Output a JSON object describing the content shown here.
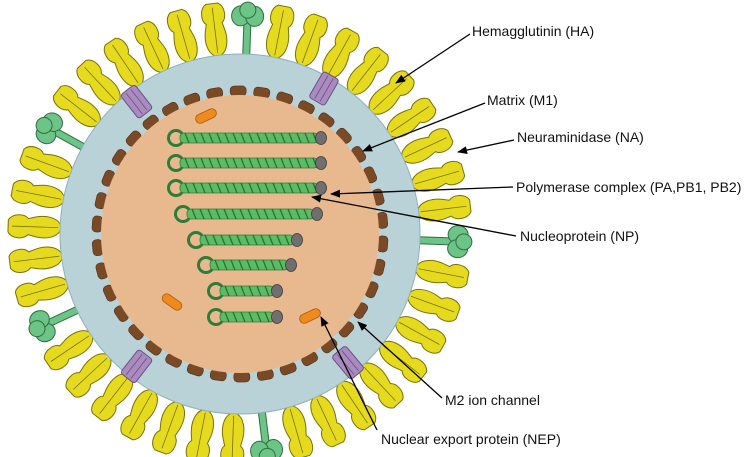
{
  "labels": {
    "hemagglutinin": "Hemagglutinin (HA)",
    "matrix": "Matrix (M1)",
    "neuraminidase": "Neuraminidase (NA)",
    "polymerase": "Polymerase complex (PA,PB1, PB2)",
    "nucleoprotein": "Nucleoprotein (NP)",
    "m2": "M2 ion channel",
    "nep": "Nuclear export protein (NEP)"
  },
  "colors": {
    "hemagglutinin": "#e6da1e",
    "hemagglutinin_stroke": "#7a7008",
    "neuraminidase": "#6cc487",
    "neuraminidase_stroke": "#2e6e3e",
    "envelope": "#b9d2d8",
    "matrix": "#7a4a26",
    "interior": "#e8b98f",
    "nucleoprotein": "#5bbd63",
    "polymerase": "#6f6f6f",
    "m2": "#a98bc0",
    "nep": "#f08a1c"
  }
}
